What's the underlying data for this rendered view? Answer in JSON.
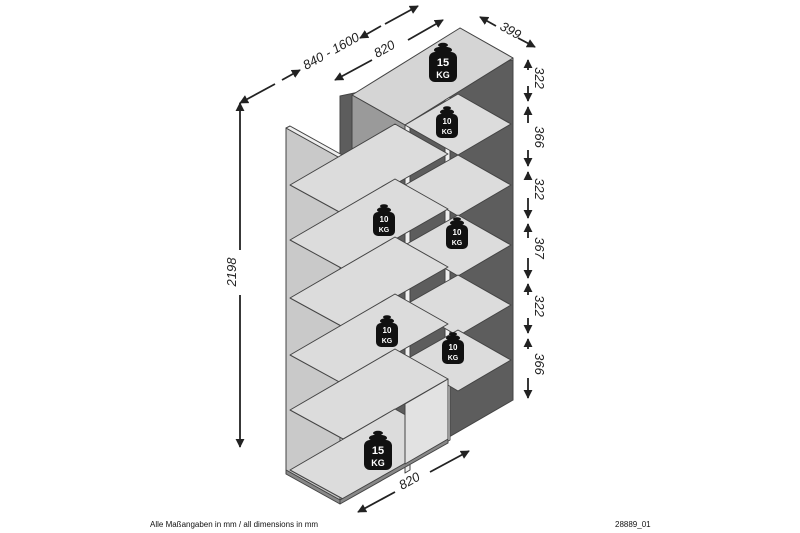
{
  "dimensions": {
    "width_range": "840 - 1600",
    "width_top": "820",
    "depth": "399",
    "height": "2198",
    "width_bottom": "820",
    "compartments": [
      "322",
      "366",
      "322",
      "367",
      "322",
      "366"
    ]
  },
  "weights": [
    {
      "value": "15",
      "unit": "KG"
    },
    {
      "value": "10",
      "unit": "KG"
    },
    {
      "value": "10",
      "unit": "KG"
    },
    {
      "value": "10",
      "unit": "KG"
    },
    {
      "value": "10",
      "unit": "KG"
    },
    {
      "value": "10",
      "unit": "KG"
    },
    {
      "value": "15",
      "unit": "KG"
    }
  ],
  "footer": {
    "note": "Alle Maßangaben in mm / all dimensions in mm",
    "code": "28889_01"
  }
}
